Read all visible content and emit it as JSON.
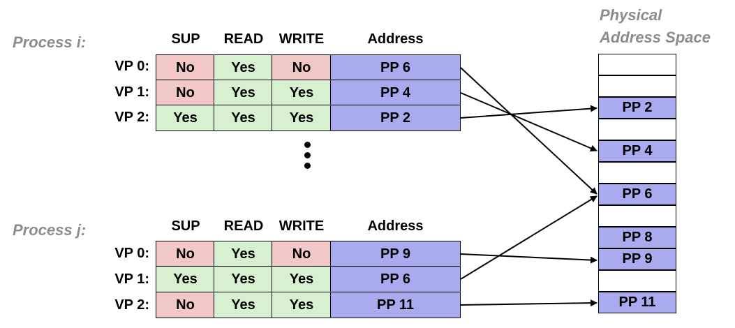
{
  "headers": [
    "SUP",
    "READ",
    "WRITE",
    "Address"
  ],
  "process_i": {
    "label": "Process i:",
    "rows": [
      {
        "vp": "VP 0:",
        "sup": "No",
        "read": "Yes",
        "write": "No",
        "addr": "PP 6"
      },
      {
        "vp": "VP 1:",
        "sup": "No",
        "read": "Yes",
        "write": "Yes",
        "addr": "PP 4"
      },
      {
        "vp": "VP 2:",
        "sup": "Yes",
        "read": "Yes",
        "write": "Yes",
        "addr": "PP 2"
      }
    ]
  },
  "process_j": {
    "label": "Process j:",
    "rows": [
      {
        "vp": "VP 0:",
        "sup": "No",
        "read": "Yes",
        "write": "No",
        "addr": "PP 9"
      },
      {
        "vp": "VP 1:",
        "sup": "Yes",
        "read": "Yes",
        "write": "Yes",
        "addr": "PP 6"
      },
      {
        "vp": "VP 2:",
        "sup": "No",
        "read": "Yes",
        "write": "Yes",
        "addr": "PP 11"
      }
    ]
  },
  "physical": {
    "title_line1": "Physical",
    "title_line2": "Address Space",
    "blocks": [
      "",
      "",
      "PP 2",
      "",
      "PP 4",
      "",
      "PP 6",
      "",
      "PP 8",
      "PP 9",
      "",
      "PP 11"
    ]
  },
  "colors": {
    "no": "#f2c7c7",
    "yes": "#d7f0cf",
    "address": "#aaaaee",
    "process_label": "#8c8c8c"
  }
}
